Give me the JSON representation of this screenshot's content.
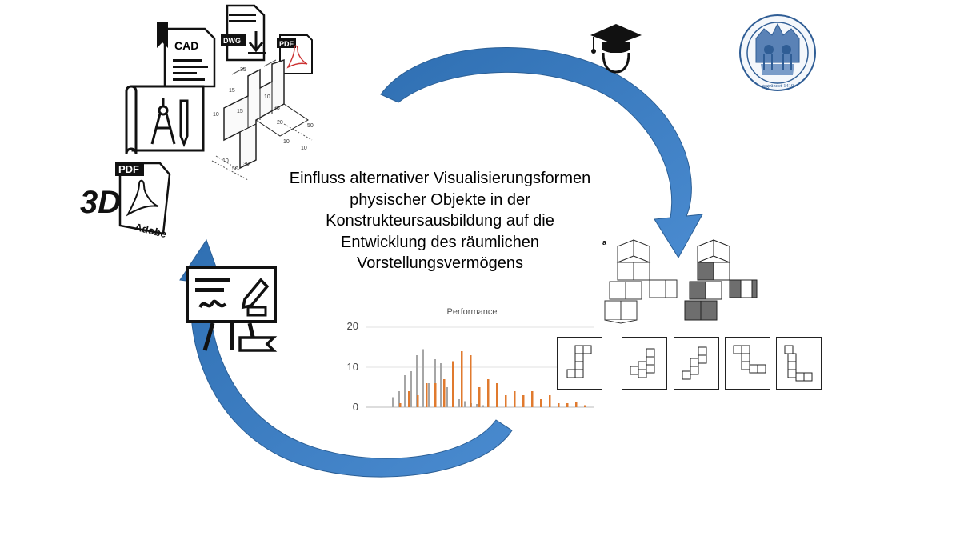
{
  "title_lines": [
    "Einfluss alternativer Visualisierungsformen",
    "physischer Objekte in der",
    "Konstrukteursausbildung auf die",
    "Entwicklung des räumlichen",
    "Vorstellungsvermögens"
  ],
  "icons": {
    "cad_doc": "CAD",
    "dwg_doc": "DWG",
    "pdf_doc": "PDF",
    "pdf3d_top": "PDF",
    "pdf3d_big": "3D",
    "pdf3d_brand": "Adobe",
    "seal_text": "gegründet 1419"
  },
  "figure_label": "a",
  "drawing_dims": [
    "35",
    "15",
    "10",
    "15",
    "10",
    "35",
    "20",
    "50",
    "10",
    "10",
    "30",
    "50",
    "10"
  ],
  "colors": {
    "arrow": "#3b7dc4",
    "series_a": "#a6a6a6",
    "series_b": "#e07a2e"
  },
  "chart_data": {
    "type": "bar",
    "title": "Performance",
    "ylim": [
      0,
      20
    ],
    "yticks": [
      "20",
      "10",
      "0"
    ],
    "grid": true,
    "series": [
      {
        "values": [
          2.5,
          4,
          8,
          9,
          13,
          14.5,
          6,
          12,
          11,
          5,
          4,
          2,
          1.5,
          1,
          0.8,
          0.5
        ]
      },
      {
        "values": [
          1,
          4,
          3,
          6,
          6,
          7,
          11.5,
          14,
          13,
          5,
          7,
          6,
          3,
          4,
          3,
          4,
          2,
          3,
          1,
          1,
          1.2,
          0.5
        ]
      }
    ]
  }
}
